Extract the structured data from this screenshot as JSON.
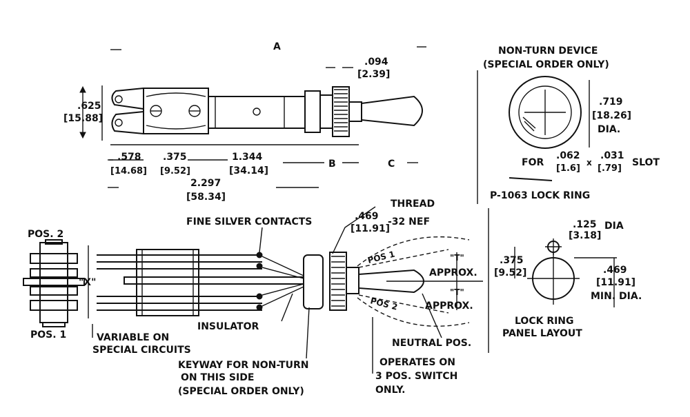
{
  "main_view": {
    "dim_a": "A",
    "dim_b": "B",
    "dim_c": "C",
    "dim_094": ".094",
    "dim_094_mm": "[2.39]",
    "dim_625": ".625",
    "dim_625_mm": "[15.88]",
    "dim_578": ".578",
    "dim_578_mm": "[14.68]",
    "dim_375": ".375",
    "dim_375_mm": "[9.52]",
    "dim_1344": "1.344",
    "dim_1344_mm": "[34.14]",
    "dim_2297": "2.297",
    "dim_2297_mm": "[58.34]"
  },
  "non_turn": {
    "title_line1": "NON-TURN DEVICE",
    "title_line2": "(SPECIAL ORDER ONLY)",
    "dim_719": ".719",
    "dim_719_mm": "[18.26]",
    "dia": "DIA.",
    "for_label": "FOR",
    "slot_062": ".062",
    "slot_062_mm": "[1.6]",
    "times": "x",
    "slot_031": ".031",
    "slot_031_mm": "[.79]",
    "slot": "SLOT",
    "lock_ring": "P-1063 LOCK RING"
  },
  "side_view": {
    "pos2": "POS. 2",
    "pos1": "POS. 1",
    "x_label": "\"X\"",
    "fine_silver": "FINE SILVER CONTACTS",
    "thread": "THREAD",
    "thread_469": ".469",
    "thread_469_mm": "[11.91]",
    "thread_nef": "-32 NEF",
    "pos1_arc": "POS 1",
    "pos2_arc": "POS 2",
    "t_upper": "\"T\"",
    "t_lower": "\"T\"",
    "approx_upper": "APPROX.",
    "approx_lower": "APPROX.",
    "insulator": "INSULATOR",
    "variable_line1": "VARIABLE ON",
    "variable_line2": "SPECIAL CIRCUITS",
    "neutral": "NEUTRAL POS.",
    "keyway_line1": "KEYWAY FOR NON-TURN",
    "keyway_line2": "ON THIS SIDE",
    "keyway_line3": "(SPECIAL ORDER ONLY)",
    "operates_line1": "OPERATES ON",
    "operates_line2": "3 POS. SWITCH",
    "operates_line3": "ONLY."
  },
  "panel_layout": {
    "dim_125": ".125",
    "dim_125_mm": "[3.18]",
    "dia": "DIA",
    "dim_375": ".375",
    "dim_375_mm": "[9.52]",
    "dim_469": ".469",
    "dim_469_mm": "[11.91]",
    "min_dia": "MIN. DIA.",
    "title_line1": "LOCK RING",
    "title_line2": "PANEL LAYOUT"
  }
}
